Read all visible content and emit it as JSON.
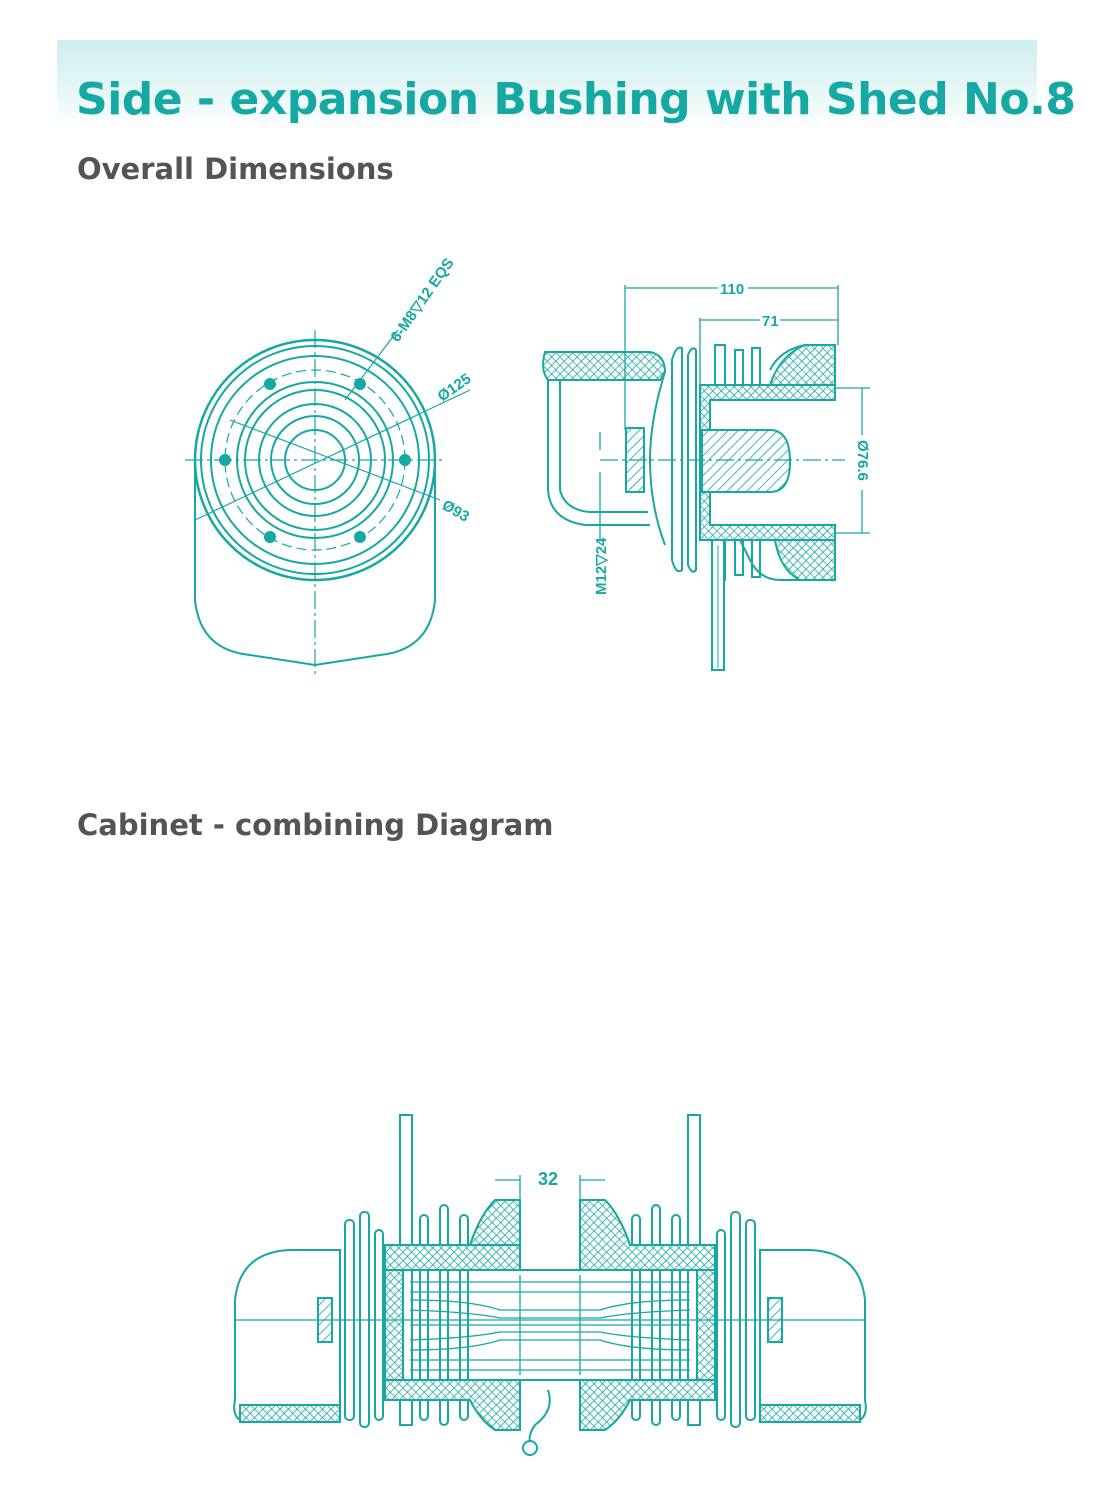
{
  "header": {
    "title": "Side - expansion Bushing with Shed No.8"
  },
  "sections": {
    "overall": "Overall Dimensions",
    "cabinet": "Cabinet - combining Diagram"
  },
  "drawing_labels": {
    "holes": "6-M8▽12 EQS",
    "dia_outer": "Ø125",
    "dia_inner": "Ø93",
    "length_total": "110",
    "length_shed": "71",
    "dia_bore": "Ø76.6",
    "thread": "M12▽24",
    "gap": "32"
  },
  "colors": {
    "accent": "#16a8a3",
    "subheading": "#545454"
  }
}
